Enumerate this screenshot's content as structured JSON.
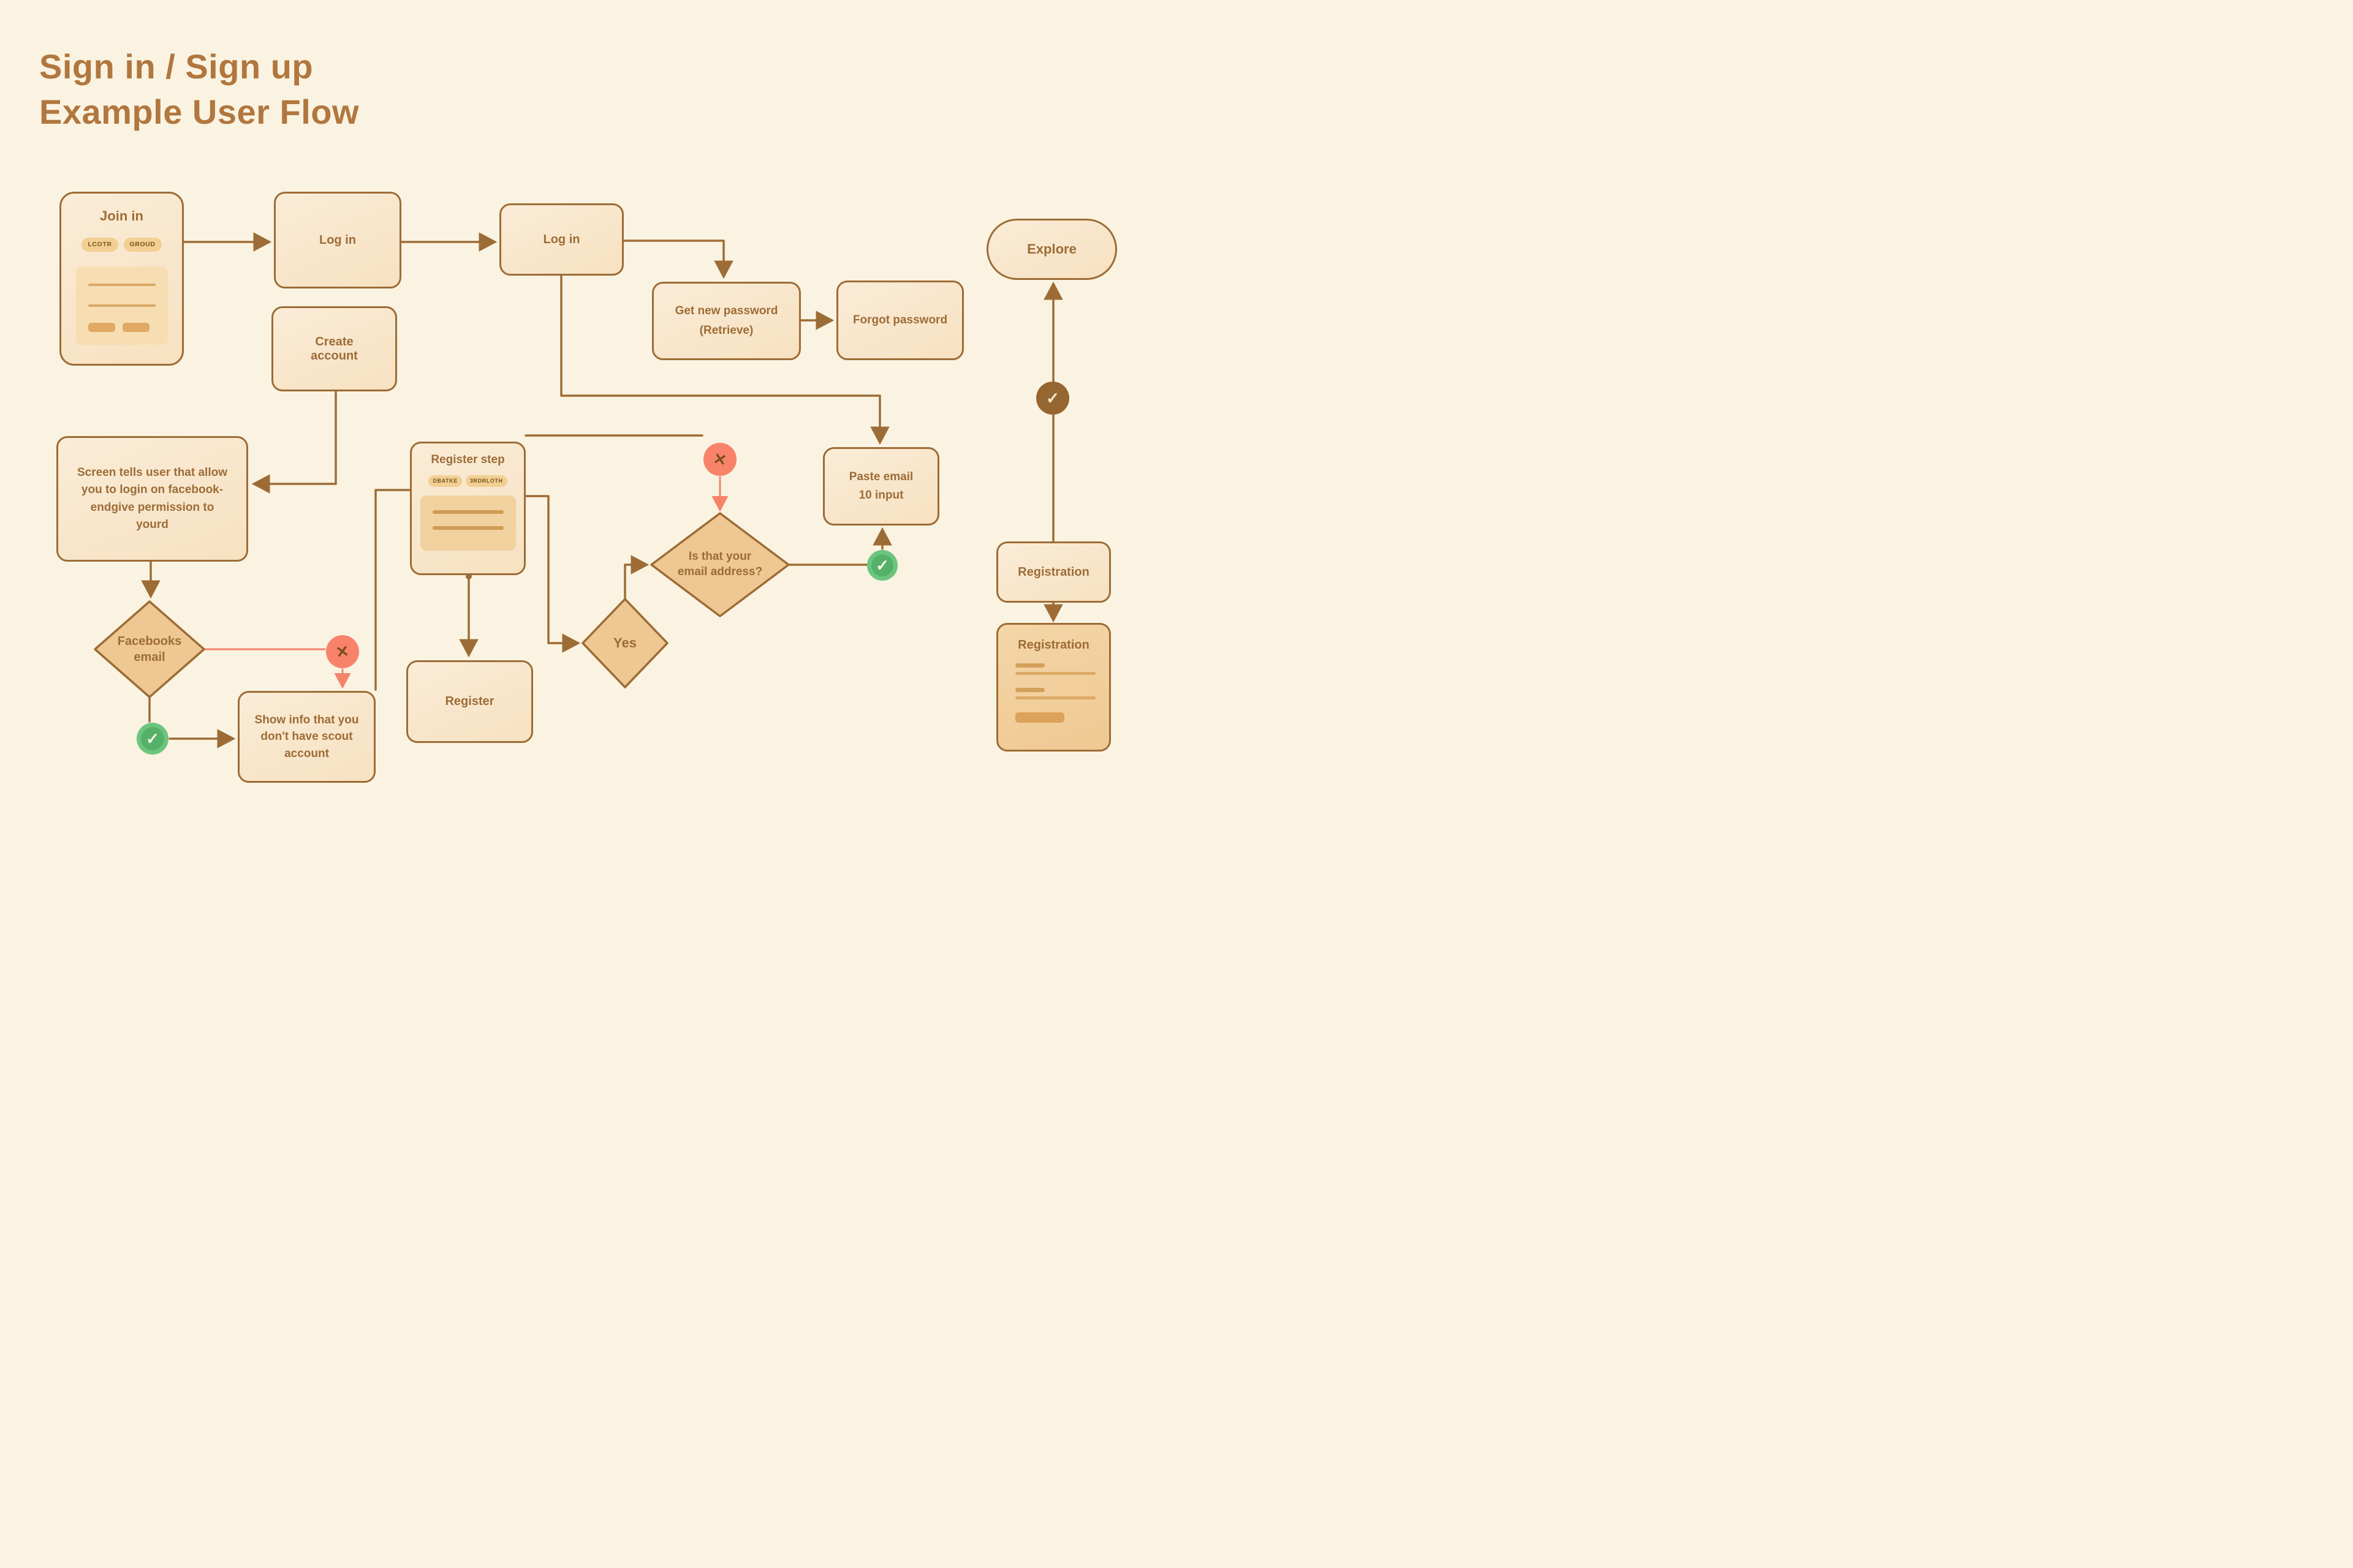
{
  "title": {
    "line1": "Sign in / Sign up",
    "line2": "Example User Flow"
  },
  "nodes": {
    "join_in": {
      "label": "Join in",
      "pills": {
        "left": "LCOTR",
        "right": "GROUD"
      }
    },
    "login_1": {
      "label": "Log in"
    },
    "login_2": {
      "label": "Log in"
    },
    "create_account": {
      "label": "Create account"
    },
    "get_new_password": {
      "line1": "Get new password",
      "line2": "(Retrieve)"
    },
    "forgot_password": {
      "label": "Forgot password"
    },
    "explore": {
      "label": "Explore"
    },
    "screen_tells": {
      "label": "Screen tells user that allow you to login on facebook-endgive permission to yourd"
    },
    "register_step": {
      "label": "Register step",
      "pills": {
        "left": "DBATKE",
        "right": "3RDRLOTH"
      }
    },
    "paste_email": {
      "line1": "Paste email",
      "line2": "10 input"
    },
    "is_that_email": {
      "label": "Is that your email address?"
    },
    "facebooks_email": {
      "label": "Facebooks email"
    },
    "yes": {
      "label": "Yes"
    },
    "show_info": {
      "label": "Show info that you don't have scout account"
    },
    "register": {
      "label": "Register"
    },
    "registration_1": {
      "label": "Registration"
    },
    "registration_2": {
      "label": "Registration"
    }
  },
  "icons": {
    "fail": {
      "name": "x-icon",
      "glyph": "✕"
    },
    "success": {
      "name": "check-icon",
      "glyph": "✓"
    },
    "progress": {
      "name": "check-icon",
      "glyph": "✓"
    }
  },
  "colors": {
    "background": "#faf3e1",
    "node_fill": "#f8e4c6",
    "node_border": "#9d6c36",
    "text": "#9d6c36",
    "title_text": "#b1773e",
    "diamond_fill": "#eec793",
    "pill_fill": "#f2cf92",
    "fail_red": "#f8836a",
    "success_green": "#6cc57e",
    "progress_brown": "#95662f",
    "salmon_line": "#f4836a"
  }
}
